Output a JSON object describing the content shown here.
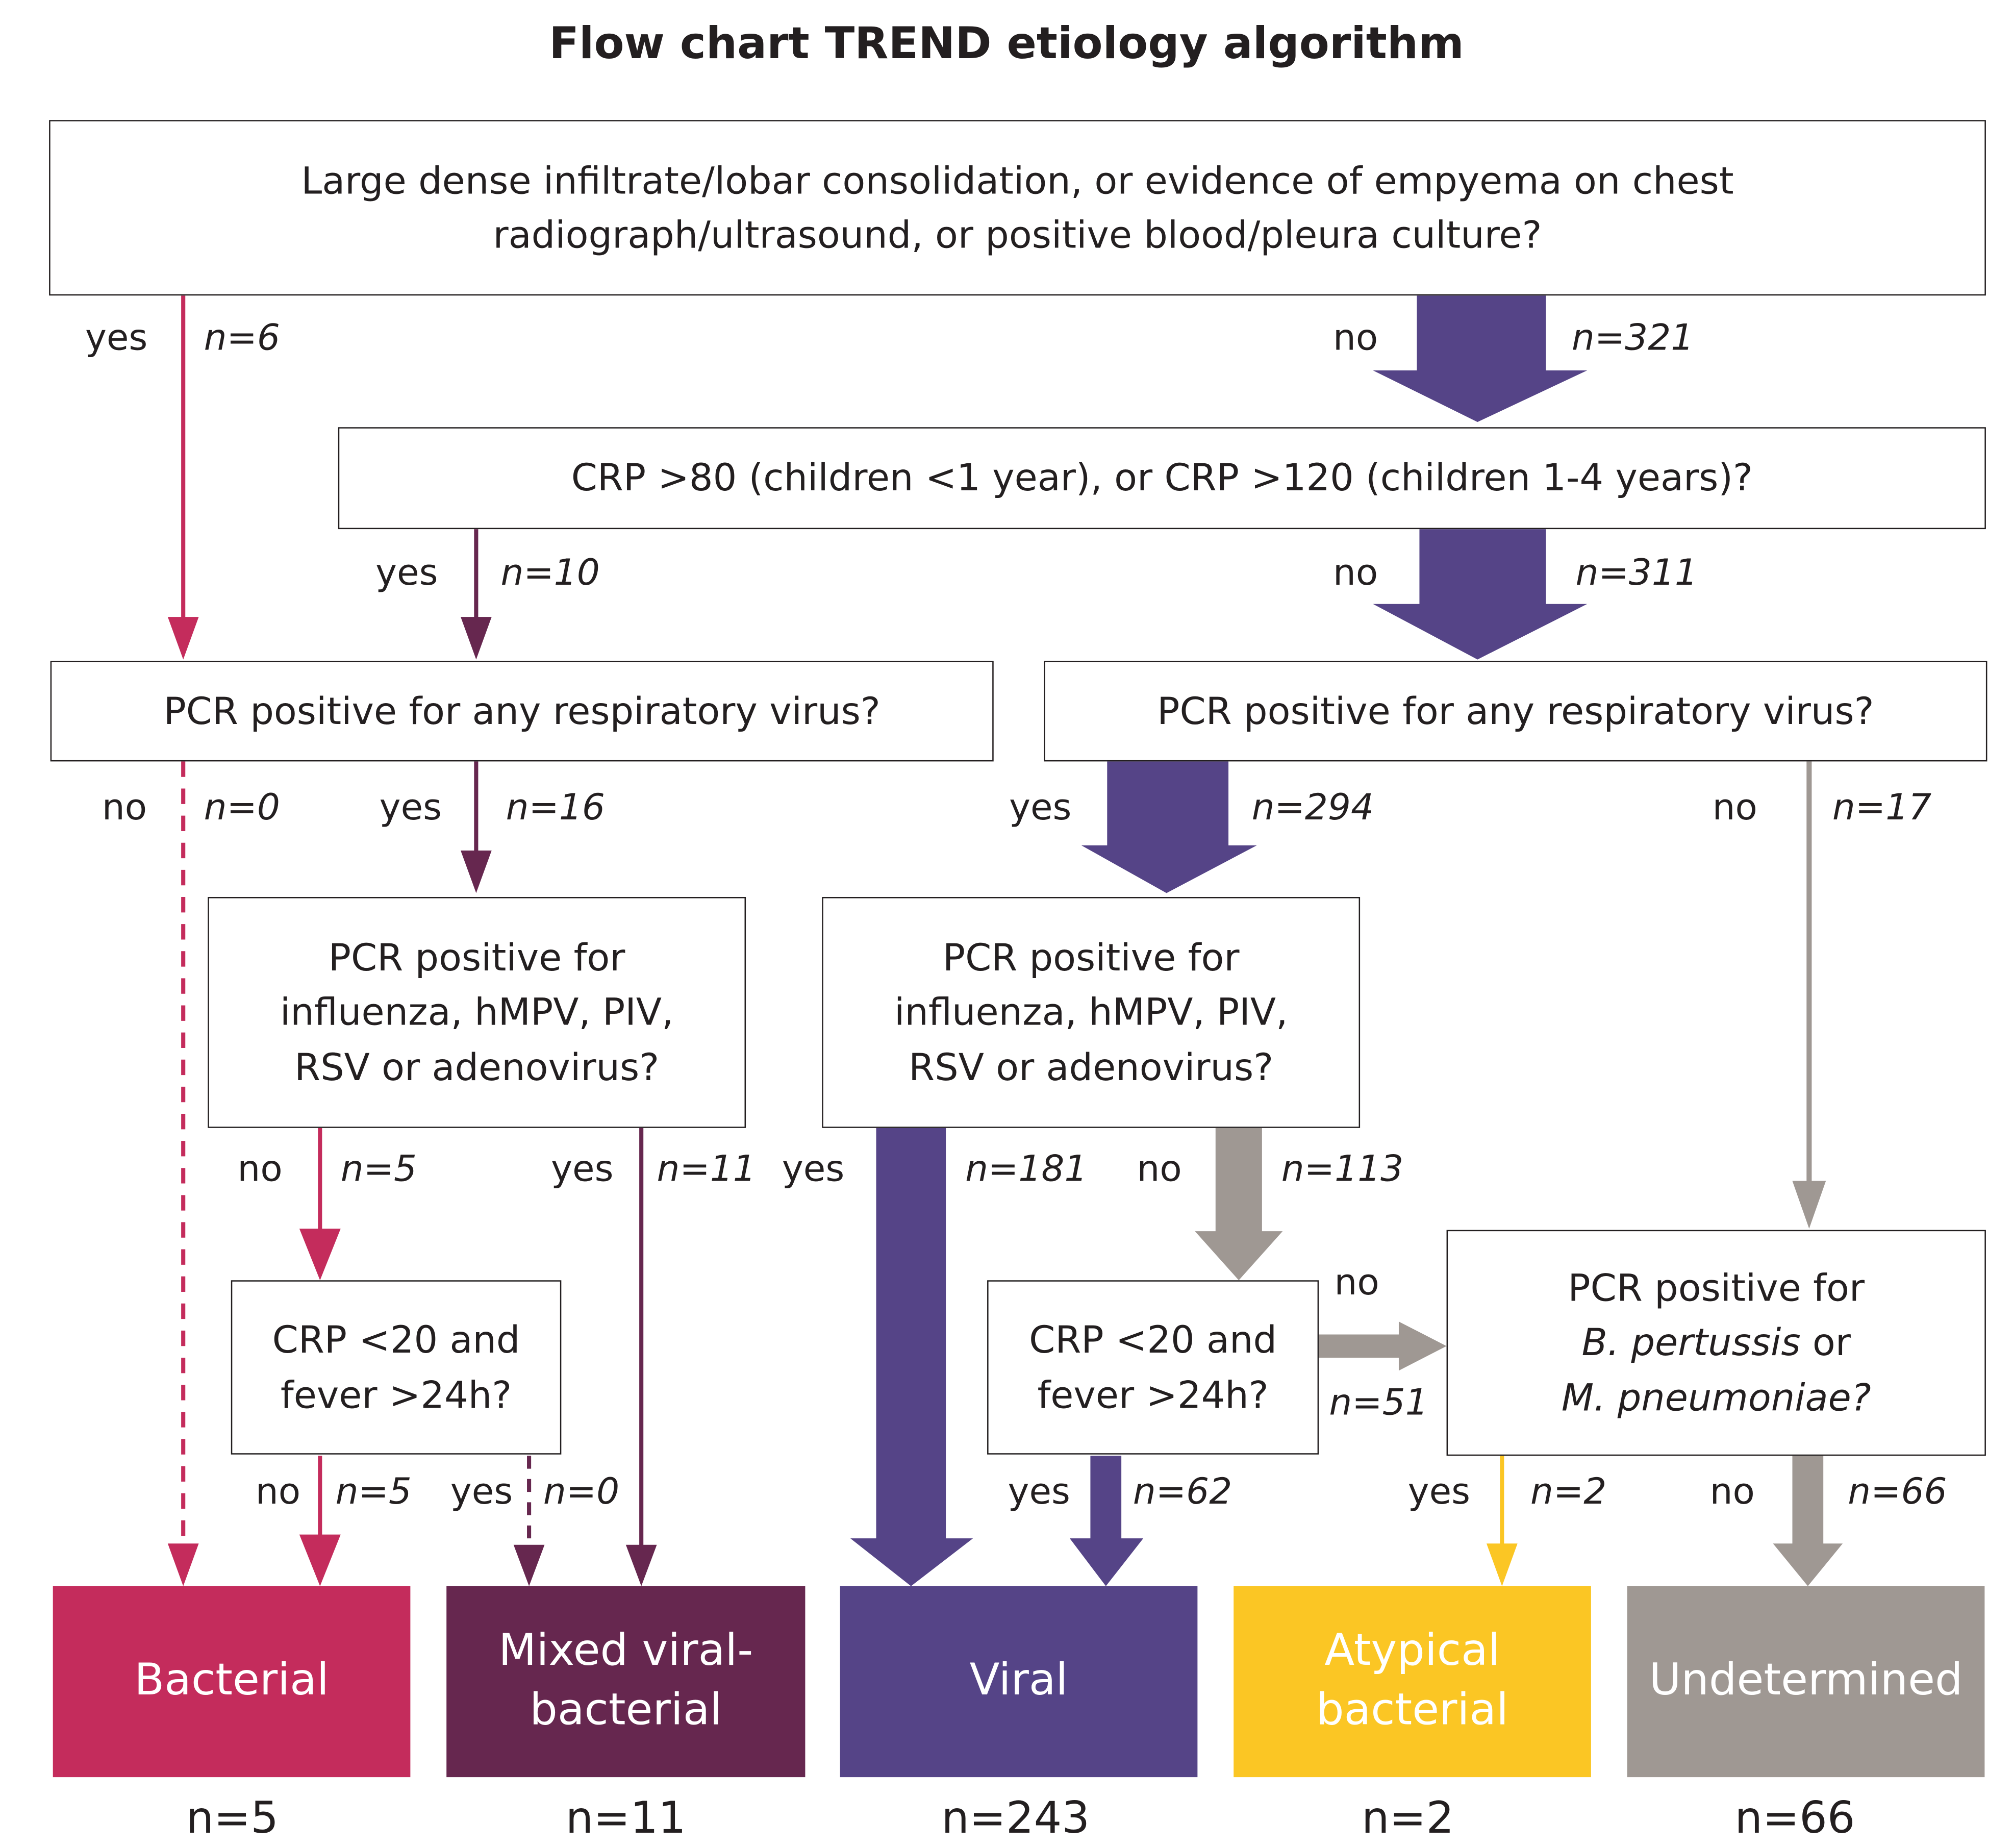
{
  "title": "Flow chart TREND etiology algorithm",
  "colors": {
    "bacterial": "#c42c5c",
    "mixed": "#66274f",
    "viral": "#554487",
    "atypical": "#fbc624",
    "undetermined": "#9f9893"
  },
  "questions": {
    "q1": {
      "line1": "Large dense infiltrate/lobar consolidation, or evidence of empyema  on chest",
      "line2": "radiograph/ultrasound, or positive blood/pleura culture?"
    },
    "q2": {
      "line1": "CRP >80 (children <1 year), or CRP >120 (children 1-4 years)?"
    },
    "q3_left": {
      "line1": "PCR positive for any respiratory virus?"
    },
    "q3_right": {
      "line1": "PCR positive for any respiratory virus?"
    },
    "q4_left": {
      "line1": "PCR positive for",
      "line2": "influenza, hMPV, PIV,",
      "line3": "RSV or adenovirus?"
    },
    "q4_right": {
      "line1": "PCR positive for",
      "line2": "influenza, hMPV, PIV,",
      "line3": "RSV or adenovirus?"
    },
    "q5_left": {
      "line1": "CRP <20 and",
      "line2": "fever >24h?"
    },
    "q5_right": {
      "line1": "CRP <20 and",
      "line2": "fever >24h?"
    },
    "q6": {
      "line1": "PCR positive for",
      "line2a": "B. pertussis",
      "line2b": " or",
      "line3": "M. pneumoniae?"
    }
  },
  "edges": {
    "q1_yes": {
      "label": "yes",
      "n": "n=6"
    },
    "q1_no": {
      "label": "no",
      "n": "n=321"
    },
    "q2_yes": {
      "label": "yes",
      "n": "n=10"
    },
    "q2_no": {
      "label": "no",
      "n": "n=311"
    },
    "q3l_no": {
      "label": "no",
      "n": "n=0"
    },
    "q3l_yes": {
      "label": "yes",
      "n": "n=16"
    },
    "q3r_yes": {
      "label": "yes",
      "n": "n=294"
    },
    "q3r_no": {
      "label": "no",
      "n": "n=17"
    },
    "q4l_no": {
      "label": "no",
      "n": "n=5"
    },
    "q4l_yes": {
      "label": "yes",
      "n": "n=11"
    },
    "q4r_yes": {
      "label": "yes",
      "n": "n=181"
    },
    "q4r_no": {
      "label": "no",
      "n": "n=113"
    },
    "q5l_no": {
      "label": "no",
      "n": "n=5"
    },
    "q5l_yes": {
      "label": "yes",
      "n": "n=0"
    },
    "q5r_no": {
      "label": "no",
      "n": "n=51"
    },
    "q5r_yes": {
      "label": "yes",
      "n": "n=62"
    },
    "q6_yes": {
      "label": "yes",
      "n": "n=2"
    },
    "q6_no": {
      "label": "no",
      "n": "n=66"
    }
  },
  "outcomes": {
    "bacterial": {
      "line1": "Bacterial",
      "n": "n=5"
    },
    "mixed": {
      "line1": "Mixed viral-",
      "line2": "bacterial",
      "n": "n=11"
    },
    "viral": {
      "line1": "Viral",
      "n": "n=243"
    },
    "atypical": {
      "line1": "Atypical",
      "line2": "bacterial",
      "n": "n=2"
    },
    "undetermined": {
      "line1": "Undetermined",
      "n": "n=66"
    }
  }
}
